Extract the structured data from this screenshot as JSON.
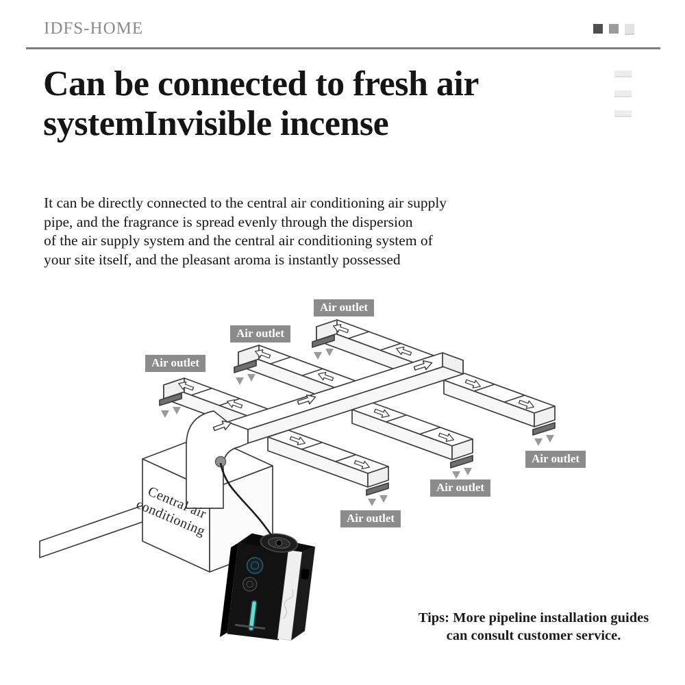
{
  "header": {
    "brand": "IDFS-HOME",
    "square_colors": [
      "#4f4f4f",
      "#9b9b9b",
      "#e3e3e3"
    ]
  },
  "hero": {
    "title_line1": "Can be connected to fresh air",
    "title_line2": "systemInvisible incense"
  },
  "intro": {
    "lines": [
      "It can be directly connected to the central air conditioning air supply",
      "pipe, and the fragrance is spread evenly through the dispersion",
      "of the air supply system and the central air conditioning system of",
      "your site itself, and the pleasant aroma is instantly possessed"
    ]
  },
  "diagram": {
    "outlet_label": "Air outlet",
    "source_line1": "Central air",
    "source_line2": "conditioning",
    "colors": {
      "label_bg": "#8b8b8b",
      "duct_outline": "#3d3d3d",
      "triangle": "#9a9a9a",
      "device_light": "#62dcd0"
    }
  },
  "tips": {
    "line1": "Tips: More pipeline installation guides",
    "line2": "can consult customer service."
  }
}
